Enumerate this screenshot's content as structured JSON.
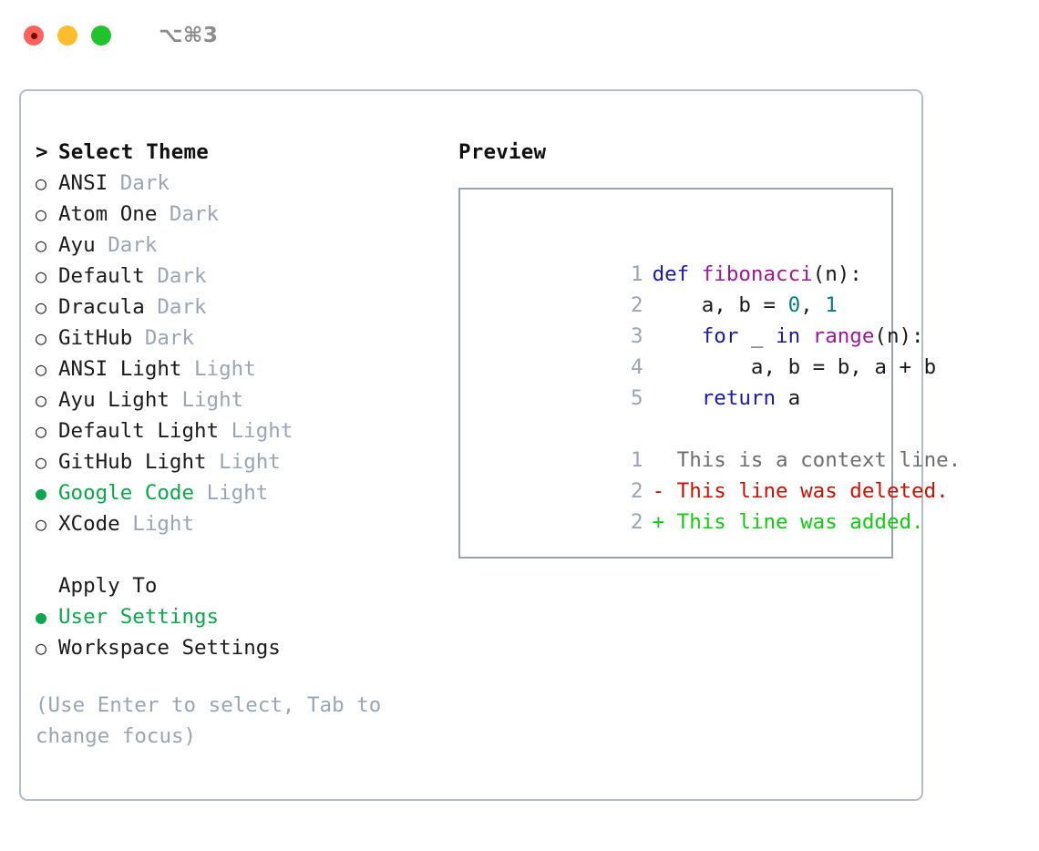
{
  "titlebar": {
    "shortcut": "⌥⌘3",
    "dots": [
      "close-red",
      "minimize-yellow",
      "maximize-green"
    ]
  },
  "theme_picker": {
    "header": {
      "marker": ">",
      "label": "Select Theme"
    },
    "items": [
      {
        "bullet": "○",
        "name": "ANSI",
        "tag": "Dark",
        "selected": false
      },
      {
        "bullet": "○",
        "name": "Atom One",
        "tag": "Dark",
        "selected": false
      },
      {
        "bullet": "○",
        "name": "Ayu",
        "tag": "Dark",
        "selected": false
      },
      {
        "bullet": "○",
        "name": "Default",
        "tag": "Dark",
        "selected": false
      },
      {
        "bullet": "○",
        "name": "Dracula",
        "tag": "Dark",
        "selected": false
      },
      {
        "bullet": "○",
        "name": "GitHub",
        "tag": "Dark",
        "selected": false
      },
      {
        "bullet": "○",
        "name": "ANSI Light",
        "tag": "Light",
        "selected": false
      },
      {
        "bullet": "○",
        "name": "Ayu Light",
        "tag": "Light",
        "selected": false
      },
      {
        "bullet": "○",
        "name": "Default Light",
        "tag": "Light",
        "selected": false
      },
      {
        "bullet": "○",
        "name": "GitHub Light",
        "tag": "Light",
        "selected": false
      },
      {
        "bullet": "●",
        "name": "Google Code",
        "tag": "Light",
        "selected": true
      },
      {
        "bullet": "○",
        "name": "XCode",
        "tag": "Light",
        "selected": false
      }
    ]
  },
  "apply_to": {
    "header": "Apply To",
    "items": [
      {
        "bullet": "●",
        "name": "User Settings",
        "selected": true
      },
      {
        "bullet": "○",
        "name": "Workspace Settings",
        "selected": false
      }
    ]
  },
  "hint": "(Use Enter to select, Tab to change focus)",
  "preview": {
    "title": "Preview",
    "code": [
      {
        "ln": "1",
        "tokens": [
          {
            "t": "def",
            "c": "kw"
          },
          {
            "t": " ",
            "c": "pl"
          },
          {
            "t": "fibonacci",
            "c": "fn"
          },
          {
            "t": "(n):",
            "c": "pl"
          }
        ]
      },
      {
        "ln": "2",
        "tokens": [
          {
            "t": "    a, b = ",
            "c": "pl"
          },
          {
            "t": "0",
            "c": "num"
          },
          {
            "t": ", ",
            "c": "pl"
          },
          {
            "t": "1",
            "c": "num"
          }
        ]
      },
      {
        "ln": "3",
        "tokens": [
          {
            "t": "    ",
            "c": "pl"
          },
          {
            "t": "for",
            "c": "kw"
          },
          {
            "t": " _ ",
            "c": "pl"
          },
          {
            "t": "in",
            "c": "kw"
          },
          {
            "t": " ",
            "c": "pl"
          },
          {
            "t": "range",
            "c": "fn"
          },
          {
            "t": "(n):",
            "c": "pl"
          }
        ]
      },
      {
        "ln": "4",
        "tokens": [
          {
            "t": "        a, b = b, a + b",
            "c": "pl"
          }
        ]
      },
      {
        "ln": "5",
        "tokens": [
          {
            "t": "    ",
            "c": "pl"
          },
          {
            "t": "return",
            "c": "kw"
          },
          {
            "t": " a",
            "c": "pl"
          }
        ]
      }
    ],
    "diff": [
      {
        "ln": "1",
        "sign": " ",
        "text": "This is a context line.",
        "kind": "ctx"
      },
      {
        "ln": "2",
        "sign": "-",
        "text": "This line was deleted.",
        "kind": "del"
      },
      {
        "ln": "2",
        "sign": "+",
        "text": "This line was added.",
        "kind": "add"
      }
    ]
  },
  "colors": {
    "accent_green": "#0aa84a",
    "muted": "#9aa5b5",
    "keyword": "#1a1aa8",
    "function": "#9b1a9b",
    "number": "#0b7b7b",
    "diff_delete": "#cc1100",
    "diff_add": "#11cc11",
    "panel_border": "#b3bcc8",
    "preview_border": "#98a2b0"
  }
}
